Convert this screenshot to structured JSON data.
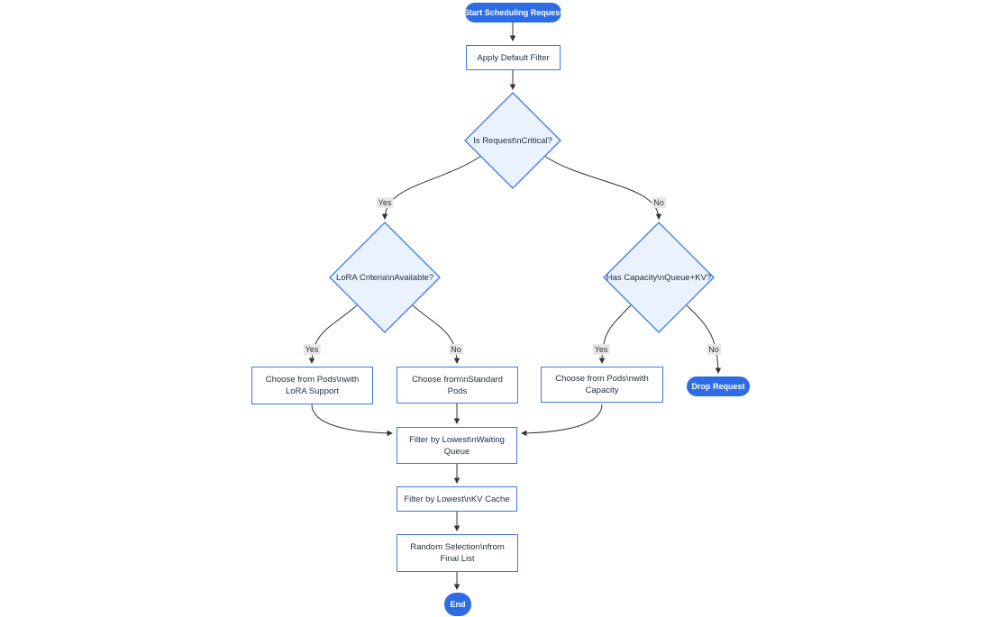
{
  "diagram": {
    "type": "flowchart",
    "direction": "top-down",
    "background": "#ffffff",
    "colors": {
      "terminal_fill": "#2d6ce4",
      "terminal_text": "#ffffff",
      "node_border": "#3d79e6",
      "process_fill": "#ffffff",
      "decision_fill": "#e9f2fd",
      "node_text": "#233142",
      "edge_line": "#333333",
      "edge_label_bg": "#e8e8e8",
      "edge_label_text": "#333333"
    },
    "nodes": {
      "start": {
        "label": "Start Scheduling Request",
        "shape": "stadium"
      },
      "apply_filter": {
        "label": "Apply Default Filter",
        "shape": "process"
      },
      "is_critical": {
        "label": "Is Request\\nCritical?",
        "shape": "decision"
      },
      "lora_criteria": {
        "label": "LoRA Criteria\\nAvailable?",
        "shape": "decision"
      },
      "has_capacity": {
        "label": "Has Capacity\\nQueue+KV?",
        "shape": "decision"
      },
      "choose_lora": {
        "label": "Choose from Pods\\nwith\nLoRA Support",
        "shape": "process"
      },
      "choose_standard": {
        "label": "Choose from\\nStandard\nPods",
        "shape": "process"
      },
      "choose_capacity": {
        "label": "Choose from Pods\\nwith\nCapacity",
        "shape": "process"
      },
      "drop_request": {
        "label": "Drop Request",
        "shape": "stadium"
      },
      "filter_queue": {
        "label": "Filter by Lowest\\nWaiting\nQueue",
        "shape": "process"
      },
      "filter_kv": {
        "label": "Filter by Lowest\\nKV Cache",
        "shape": "process"
      },
      "random_selection": {
        "label": "Random Selection\\nfrom\nFinal List",
        "shape": "process"
      },
      "end": {
        "label": "End",
        "shape": "stadium"
      }
    },
    "edges": [
      {
        "from": "start",
        "to": "apply_filter",
        "label": ""
      },
      {
        "from": "apply_filter",
        "to": "is_critical",
        "label": ""
      },
      {
        "from": "is_critical",
        "to": "lora_criteria",
        "label": "Yes"
      },
      {
        "from": "is_critical",
        "to": "has_capacity",
        "label": "No"
      },
      {
        "from": "lora_criteria",
        "to": "choose_lora",
        "label": "Yes"
      },
      {
        "from": "lora_criteria",
        "to": "choose_standard",
        "label": "No"
      },
      {
        "from": "has_capacity",
        "to": "choose_capacity",
        "label": "Yes"
      },
      {
        "from": "has_capacity",
        "to": "drop_request",
        "label": "No"
      },
      {
        "from": "choose_lora",
        "to": "filter_queue",
        "label": ""
      },
      {
        "from": "choose_standard",
        "to": "filter_queue",
        "label": ""
      },
      {
        "from": "choose_capacity",
        "to": "filter_queue",
        "label": ""
      },
      {
        "from": "filter_queue",
        "to": "filter_kv",
        "label": ""
      },
      {
        "from": "filter_kv",
        "to": "random_selection",
        "label": ""
      },
      {
        "from": "random_selection",
        "to": "end",
        "label": ""
      }
    ]
  }
}
